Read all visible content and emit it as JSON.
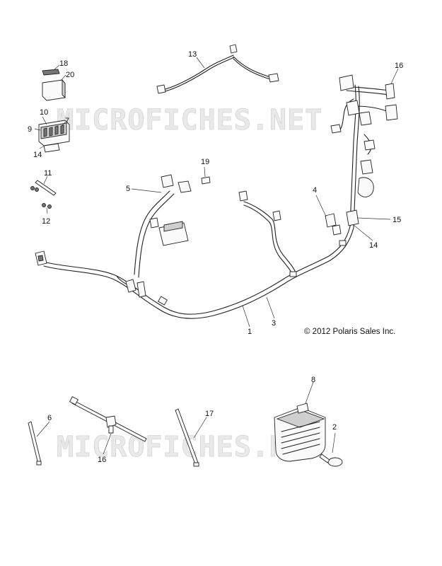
{
  "watermark": {
    "top": "MICROFICHES.NET",
    "bottom": "MICROFICHES.NET"
  },
  "copyright": "© 2012 Polaris Sales Inc.",
  "callouts": {
    "c18": "18",
    "c20": "20",
    "c10": "10",
    "c7": "7",
    "c9": "9",
    "c14a": "14",
    "c11": "11",
    "c12": "12",
    "c13": "13",
    "c16a": "16",
    "c19": "19",
    "c5": "5",
    "c4": "4",
    "c15": "15",
    "c14b": "14",
    "c3": "3",
    "c1": "1",
    "c8": "8",
    "c6": "6",
    "c17": "17",
    "c2": "2",
    "c16b": "16"
  }
}
